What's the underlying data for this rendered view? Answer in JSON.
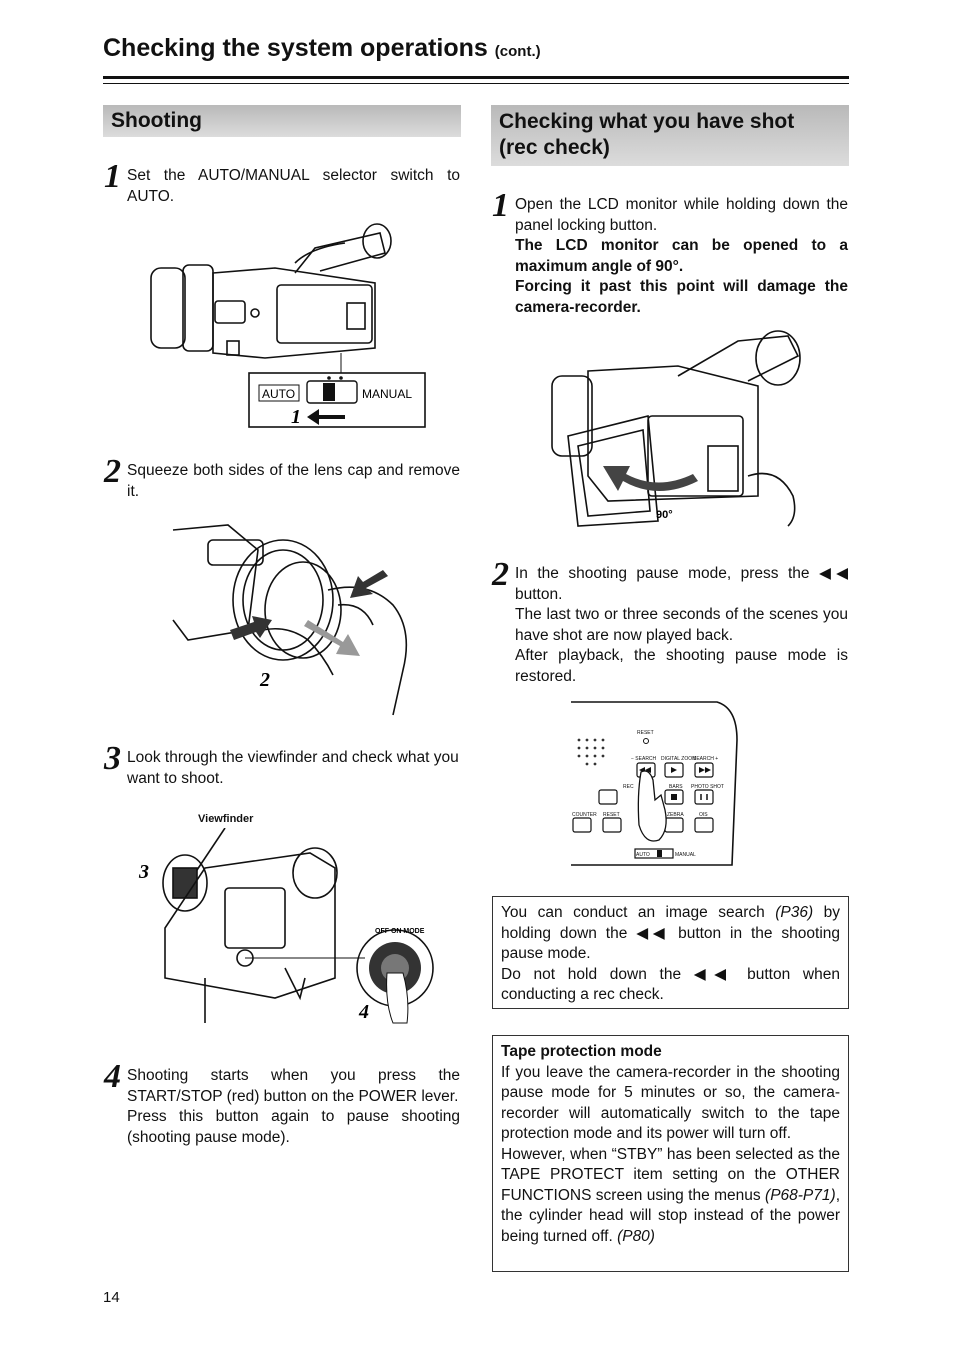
{
  "header": {
    "title": "Checking the system operations",
    "cont": "(cont.)"
  },
  "shooting": {
    "heading": "Shooting",
    "steps": [
      {
        "num": "1",
        "text": "Set the AUTO/MANUAL selector switch to AUTO."
      },
      {
        "num": "2",
        "text": "Squeeze both sides of the lens cap and remove it."
      },
      {
        "num": "3",
        "text": "Look through the viewfinder and check what you want to shoot."
      },
      {
        "num": "4",
        "line1": "Shooting starts when you press the START/STOP (red) button on the POWER lever.",
        "line2": "Press this button again to pause shooting (shooting pause mode)."
      }
    ],
    "fig1": {
      "switch_auto": "AUTO",
      "switch_manual": "MANUAL",
      "callout": "1"
    },
    "fig2": {
      "callout": "2"
    },
    "fig3": {
      "caption": "Viewfinder",
      "callout3": "3",
      "callout4": "4",
      "dial": "OFF ON MODE"
    }
  },
  "rec_check": {
    "heading_line1": "Checking what you have shot",
    "heading_line2": "(rec check)",
    "step1": {
      "num": "1",
      "text": "Open the LCD monitor while holding down the panel locking button.",
      "bold1": "The LCD monitor can be opened to a maximum angle of 90°.",
      "bold2": "Forcing it past this point will damage the camera-recorder."
    },
    "step2": {
      "num": "2",
      "text_before": "In the shooting pause mode, press the",
      "symbol": "◀◀",
      "text_after": "button.",
      "line2": "The last two or three seconds of the scenes you have shot are now played back.",
      "line3": "After playback, the shooting pause mode is restored."
    },
    "fig_lcd": {
      "angle": "90°"
    },
    "fig_panel": {
      "reset": "RESET",
      "search_minus": "− SEARCH",
      "digital_zoom": "DIGITAL ZOOM",
      "search_plus": "SEARCH +",
      "rec": "REC",
      "bars": "BARS",
      "photo_shot": "PHOTO SHOT",
      "counter": "COUNTER",
      "reset2": "RESET",
      "zebra": "ZEBRA",
      "ois": "OIS",
      "auto": "AUTO",
      "manual": "MANUAL"
    }
  },
  "note1": {
    "a": "You can conduct an image search",
    "ref": "(P36)",
    "b": "by holding down the",
    "sym": "◀◀",
    "c": "button in the shooting pause mode.",
    "d": "Do not hold down the",
    "e": "button when conducting a rec check."
  },
  "note2": {
    "title": "Tape protection mode",
    "p1": "If you leave the camera-recorder in the shooting pause mode for 5 minutes or so, the camera-recorder will automatically switch to the tape protection mode and its power will turn off.",
    "p2a": "However, when “STBY” has been selected as the TAPE PROTECT item setting on the OTHER FUNCTIONS screen using the menus",
    "ref1": "(P68-P71)",
    "p2b": ", the cylinder head will stop instead of the power being turned off.",
    "ref2": "(P80)"
  },
  "page_number": "14"
}
